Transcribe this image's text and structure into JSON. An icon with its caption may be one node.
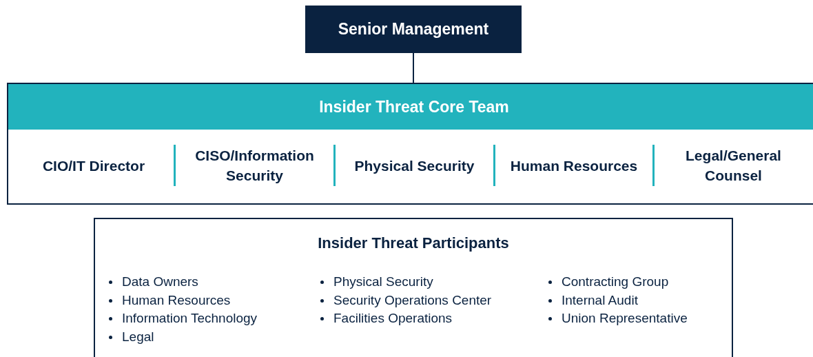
{
  "diagram": {
    "nodes": [
      {
        "text": [
          "Senior Management"
        ]
      },
      {
        "text": [
          "Insider Threat Core Team"
        ]
      },
      {
        "text": [
          "CIO/IT Director"
        ],
        "in": 1
      },
      {
        "text": [
          "CISO/Information Security"
        ],
        "in": 1
      },
      {
        "text": [
          "Physical Security"
        ],
        "in": 1
      },
      {
        "text": [
          "Human Resources"
        ],
        "in": 1
      },
      {
        "text": [
          "Legal/General Counsel"
        ],
        "in": 1
      },
      {
        "text": [
          "Insider Threat Participants",
          "Data Owners",
          "Human Resources",
          "Information Technology",
          "Legal",
          "Physical Security",
          "Security Operations Center",
          "Facilities Operations",
          "Contracting Group",
          "Internal Audit",
          "Union Representative"
        ]
      }
    ],
    "edges": [
      {
        "from": 0,
        "to": 1,
        "arrow": "none"
      }
    ]
  }
}
